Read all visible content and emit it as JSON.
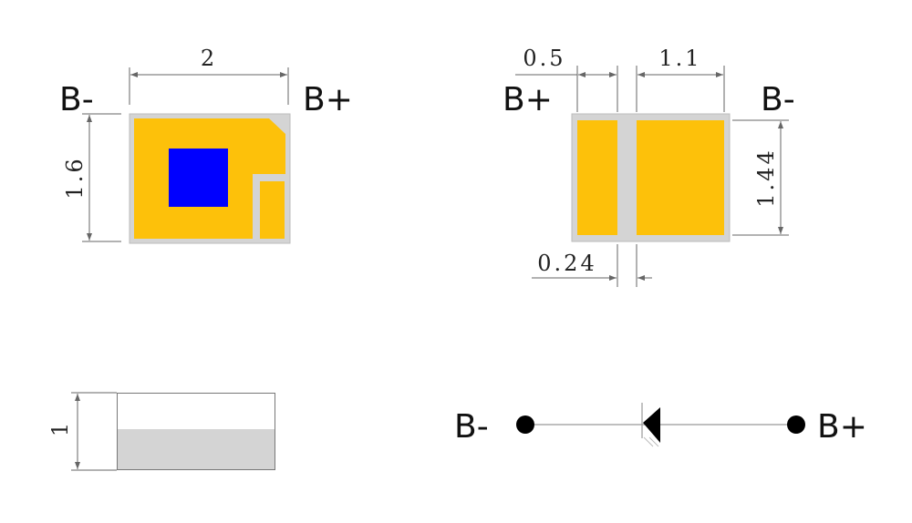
{
  "colors": {
    "pad": "#fdc10a",
    "body": "#d4d4d4",
    "chip": "#0000ff",
    "outline": "#666666"
  },
  "top_view": {
    "label_left": "B-",
    "label_right": "B+",
    "width_dim": "2",
    "height_dim": "1.6"
  },
  "bottom_view": {
    "label_left": "B+",
    "label_right": "B-",
    "pad_left_dim": "0.5",
    "pad_right_dim": "1.1",
    "height_dim": "1.44",
    "gap_dim": "0.24"
  },
  "side_view": {
    "height_dim": "1"
  },
  "symbol": {
    "label_left": "B-",
    "label_right": "B+"
  }
}
